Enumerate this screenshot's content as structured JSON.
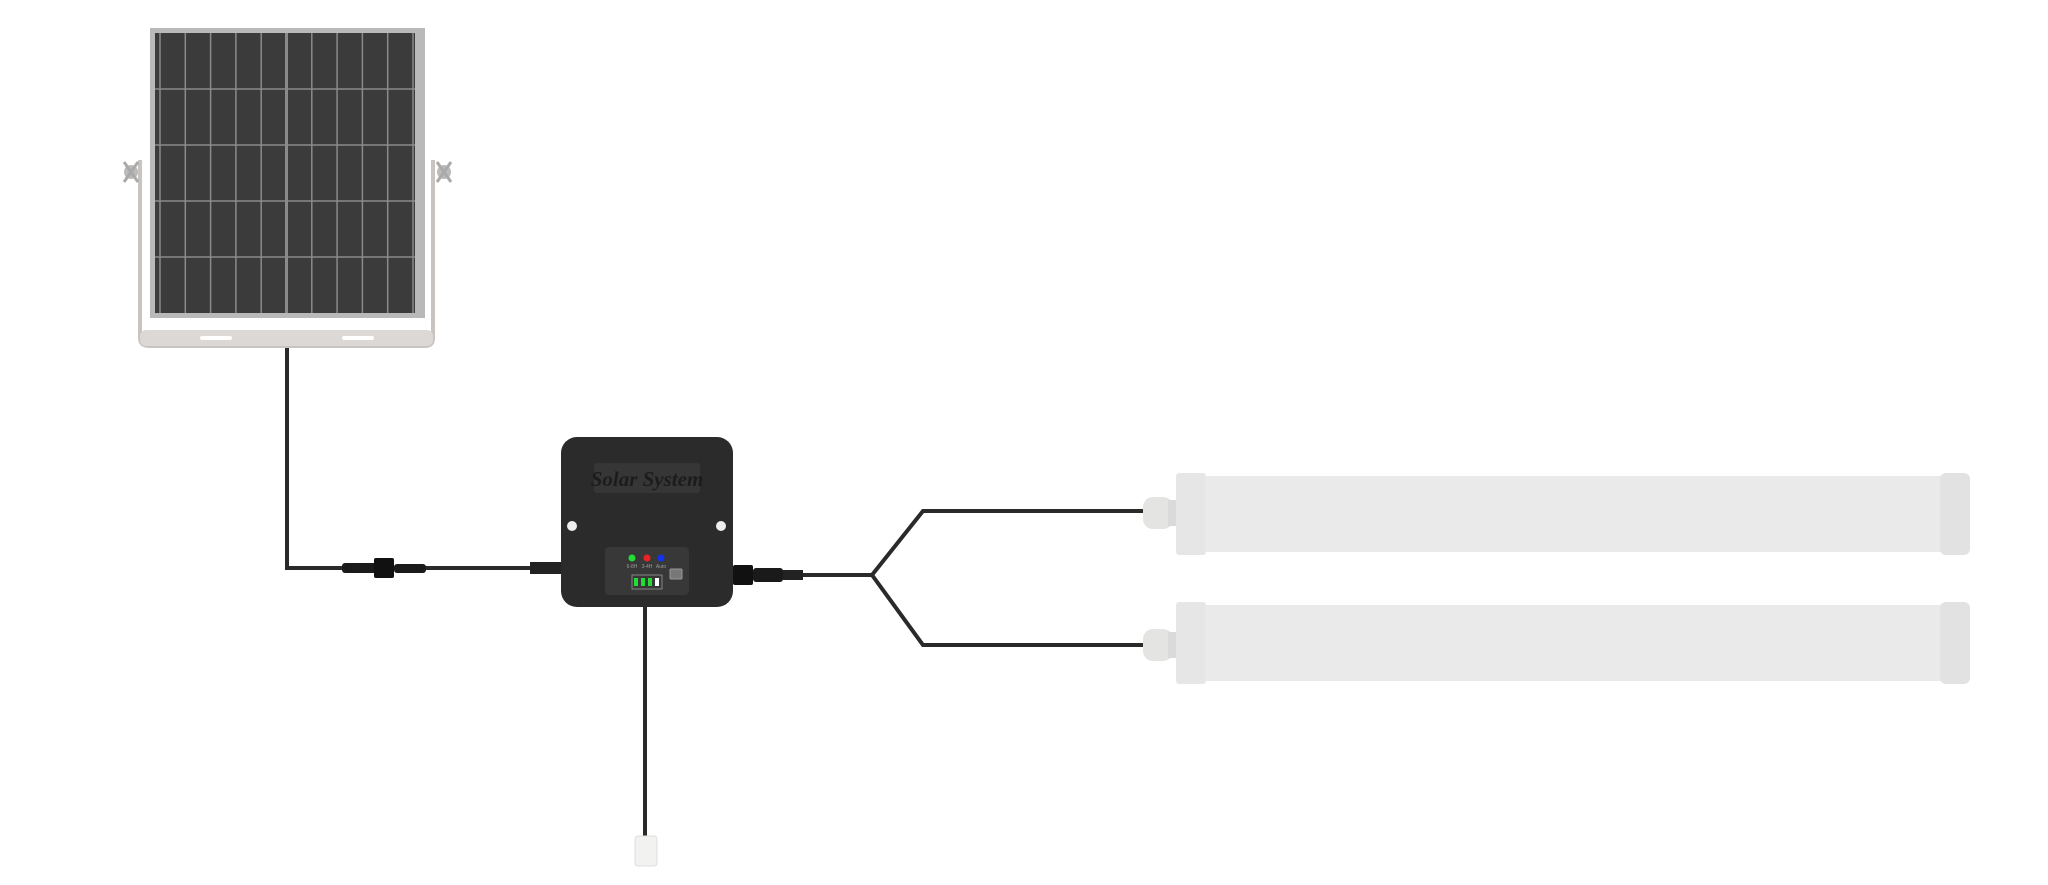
{
  "controller": {
    "title": "Solar System",
    "indicators": [
      {
        "label": "6-8H",
        "color": "#22dd33"
      },
      {
        "label": "3-4H",
        "color": "#ee2222"
      },
      {
        "label": "Auto",
        "color": "#1133ee"
      }
    ],
    "battery_bars_lit": 3,
    "battery_bars_total": 4
  },
  "components": [
    "solar-panel",
    "controller",
    "led-tube-light",
    "led-tube-light",
    "sensor"
  ],
  "colors": {
    "cable": "#2a2a2a",
    "panel_cell": "#3a3a3a",
    "controller": "#2b2b2b",
    "tube": "#e8e8e8",
    "led_green": "#22dd33"
  }
}
